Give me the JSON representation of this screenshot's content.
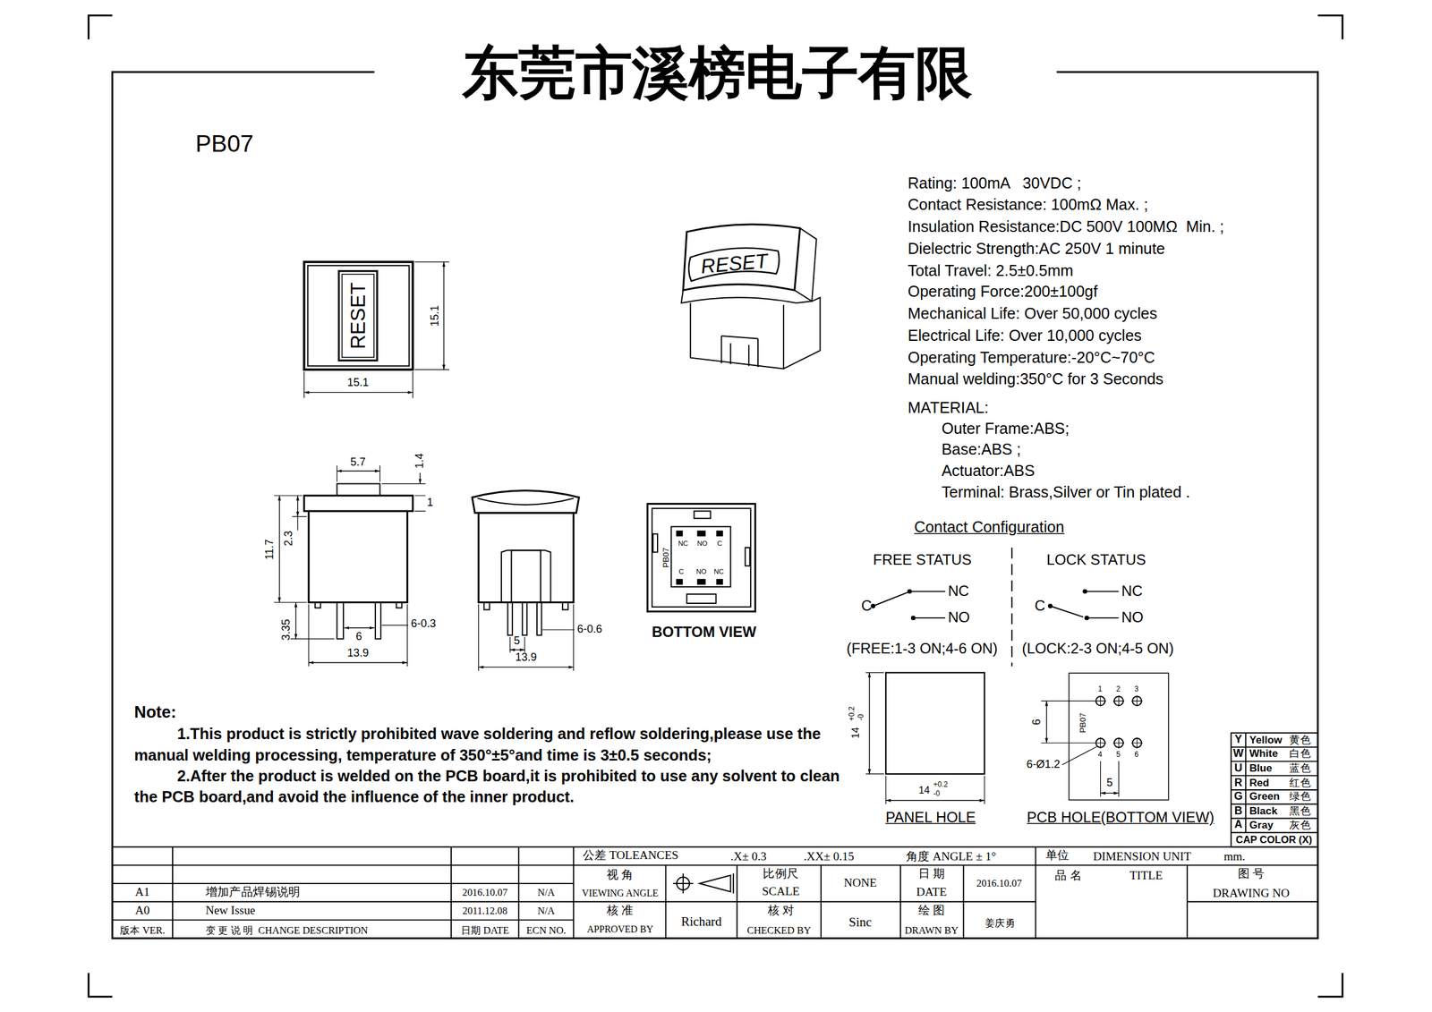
{
  "diagram": {
    "title": "东莞市溪榜电子有限",
    "nodes": [
      {
        "text": [
          "RESET"
        ]
      },
      {
        "text": [
          "RESET"
        ]
      },
      {
        "text": [
          "NC",
          "NO",
          "C",
          "C",
          "NO",
          "NC",
          "PB07"
        ]
      },
      {
        "text": [
          "1",
          "2",
          "3",
          "PB07",
          "4",
          "5",
          "6"
        ]
      }
    ],
    "labels": [
      "PB07",
      "Rating: 100mA   30VDC ;",
      "Contact Resistance: 100mΩ Max. ;",
      "Insulation Resistance:DC 500V 100MΩ  Min. ;",
      "Dielectric Strength:AC 250V 1 minute",
      "Total Travel: 2.5±0.5mm",
      "Operating Force:200±100gf",
      "Mechanical Life: Over 50,000 cycles",
      "Electrical Life: Over 10,000 cycles",
      "Operating Temperature:-20°C~70°C",
      "Manual welding:350°C for 3 Seconds",
      "MATERIAL:",
      "Outer Frame:ABS;",
      "Base:ABS ;",
      "Actuator:ABS",
      "Terminal: Brass,Silver or Tin plated .",
      "Contact Configuration",
      "FREE STATUS",
      "LOCK STATUS",
      "NC",
      "NO",
      "C",
      "NC",
      "NO",
      "C",
      "(FREE:1-3 ON;4-6 ON)",
      "(LOCK:2-3 ON;4-5 ON)",
      "15.1",
      "15.1",
      "5.7",
      "1.4",
      "1",
      "11.7",
      "2.3",
      "3.35",
      "6",
      "6-0.3",
      "13.9",
      "5",
      "6-0.6",
      "13.9",
      "BOTTOM VIEW",
      "Note:",
      "1.This product is strictly prohibited wave soldering and reflow soldering,please use the manual welding processing, temperature of 350°±5°and time is 3±0.5 seconds;",
      "2.After the product is welded on the PCB board,it is prohibited to use any solvent to clean the PCB board,and avoid the influence of the inner product.",
      "14",
      "+0.2",
      "-0",
      "14",
      "+0.2",
      "-0",
      "PANEL HOLE",
      "PCB HOLE(BOTTOM VIEW)",
      "6",
      "6-Ø1.2",
      "5",
      "Y",
      "Yellow",
      "黄色",
      "W",
      "White",
      "白色",
      "U",
      "Blue",
      "蓝色",
      "R",
      "Red",
      "红色",
      "G",
      "Green",
      "绿色",
      "B",
      "Black",
      "黑色",
      "A",
      "Gray",
      "灰色",
      "CAP COLOR (X)",
      "公差 TOLEANCES",
      ".X± 0.3",
      ".XX± 0.15",
      "角度 ANGLE ± 1°",
      "单位",
      "DIMENSION UNIT",
      "mm.",
      "视 角",
      "VIEWING ANGLE",
      "比例尺",
      "SCALE",
      "NONE",
      "日 期",
      "DATE",
      "2016.10.07",
      "品 名",
      "TITLE",
      "图 号",
      "DRAWING NO",
      "A1",
      "增加产品焊锡说明",
      "2016.10.07",
      "N/A",
      "A0",
      "New Issue",
      "2011.12.08",
      "N/A",
      "核 准",
      "APPROVED BY",
      "Richard",
      "核 对",
      "CHECKED BY",
      "Sinc",
      "绘 图",
      "DRAWN BY",
      "姜庆勇",
      "版本 VER.",
      "变 更 说 明  CHANGE DESCRIPTION",
      "日期 DATE",
      "ECN NO."
    ]
  }
}
